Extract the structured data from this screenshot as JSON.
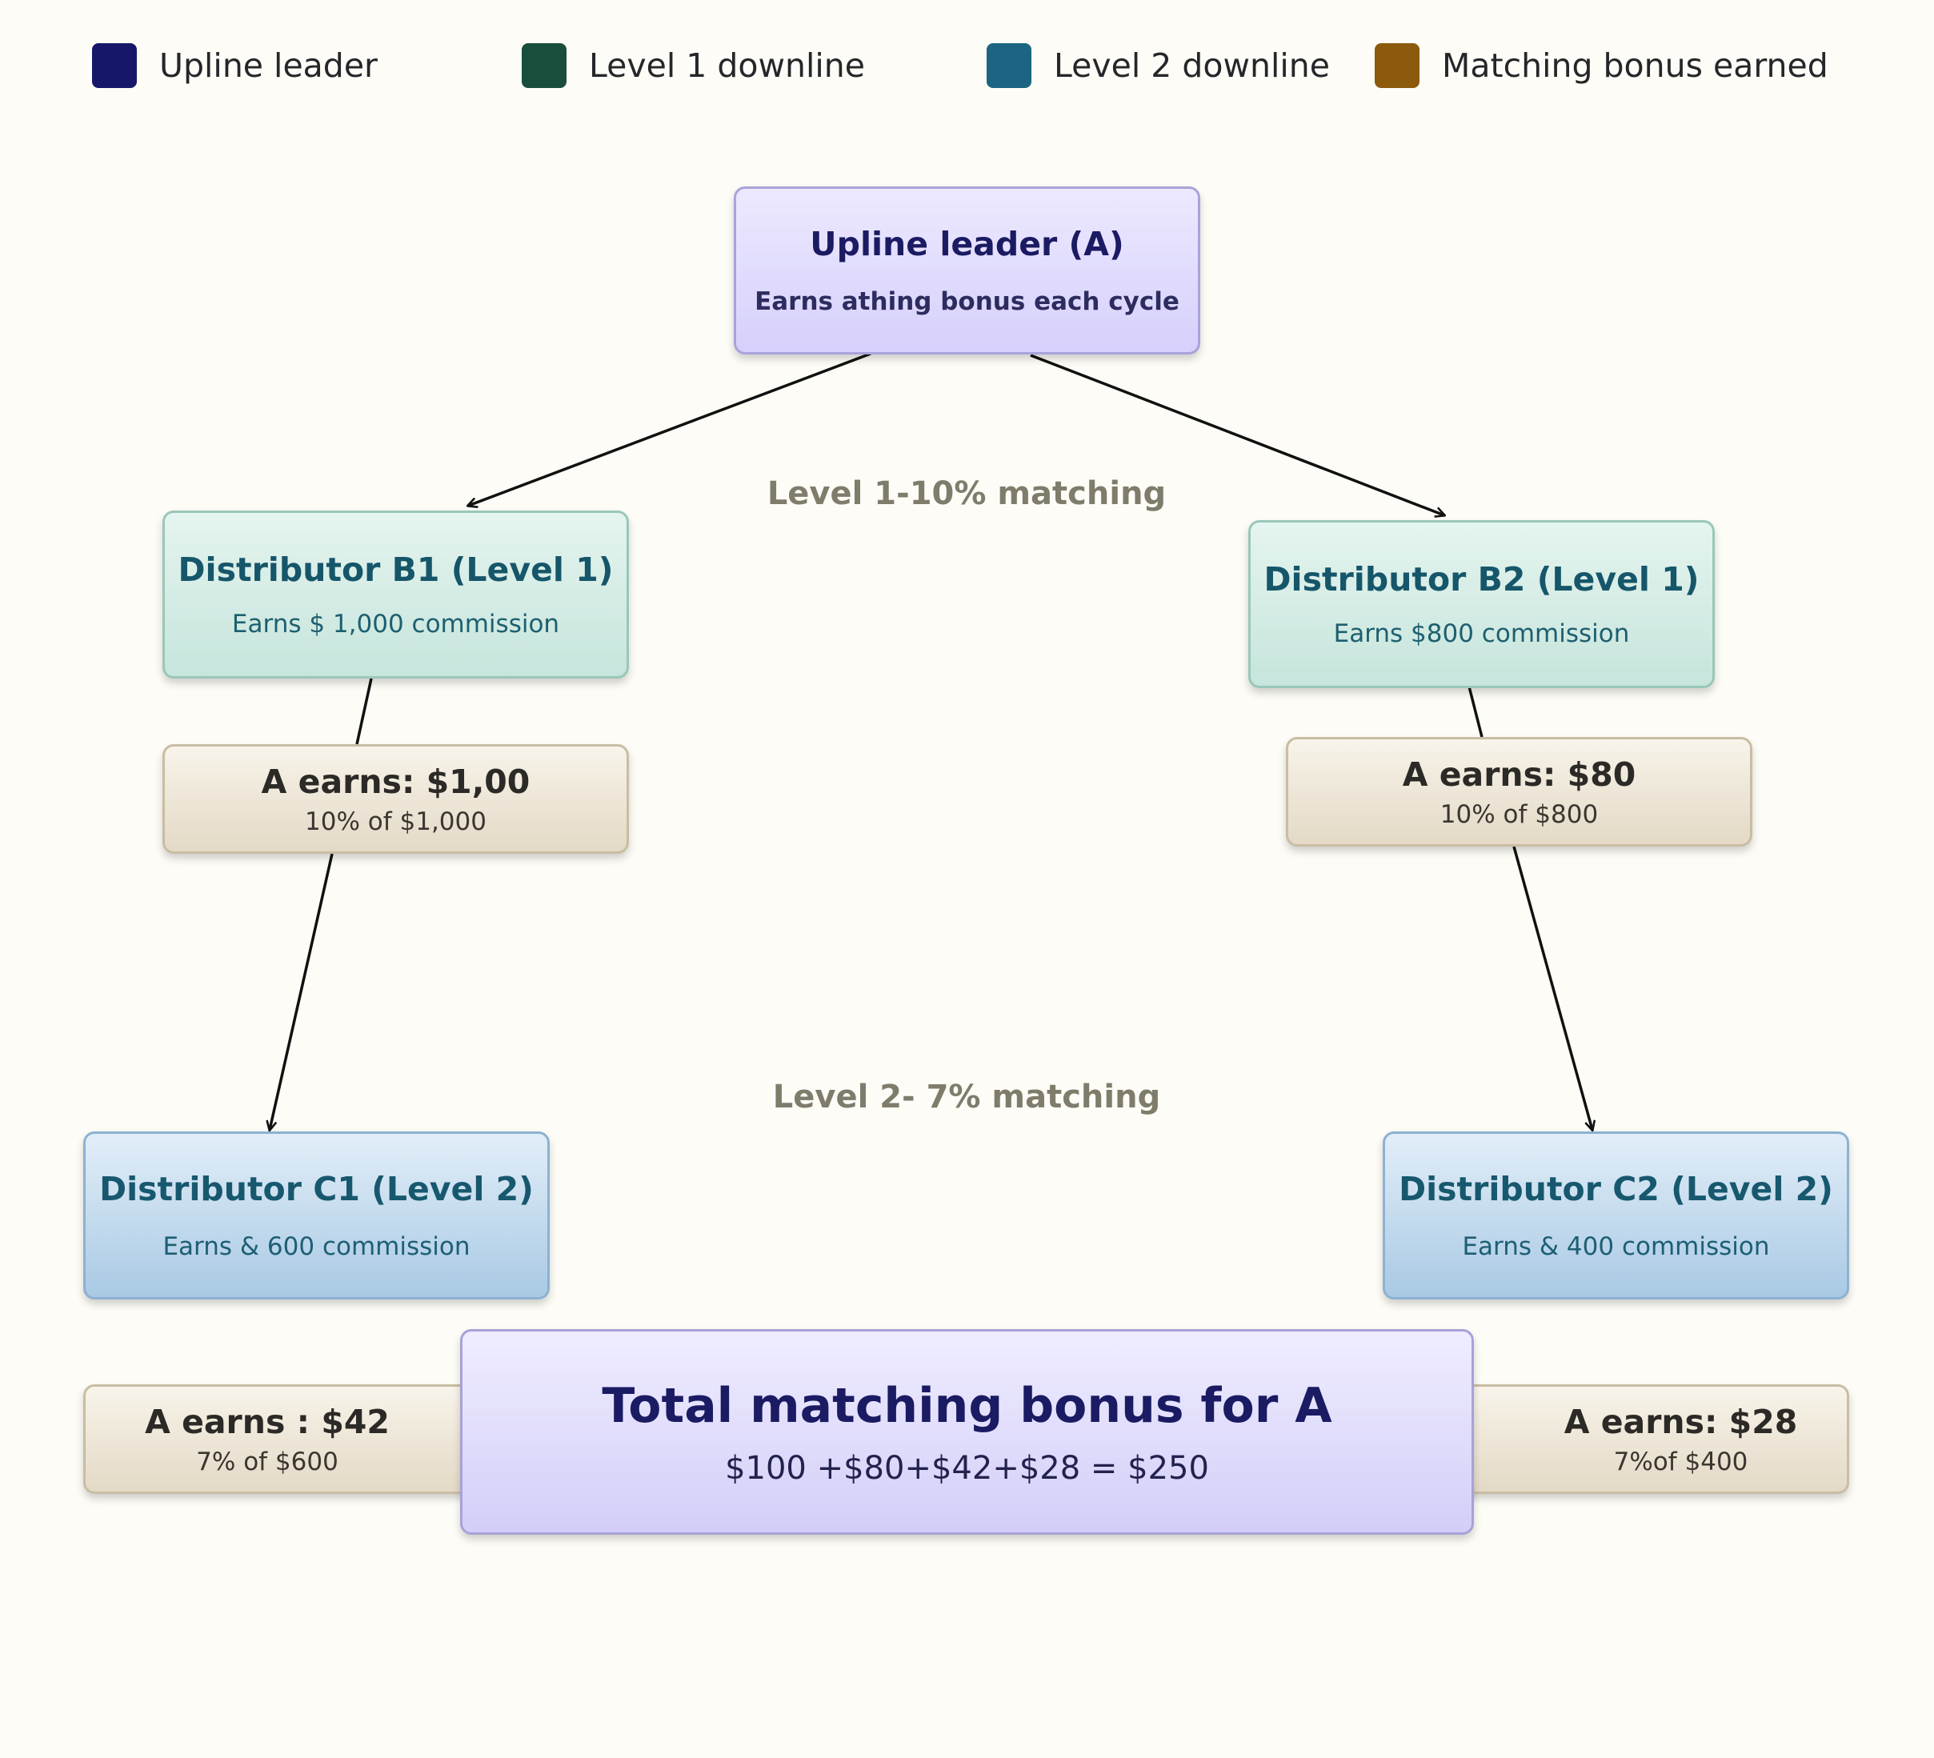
{
  "legend": [
    {
      "label": "Upline leader",
      "color": "#17176a"
    },
    {
      "label": "Level 1 downline",
      "color": "#1a4e3c"
    },
    {
      "label": "Level 2 downline",
      "color": "#1b6583"
    },
    {
      "label": "Matching bonus earned",
      "color": "#8b5a0d"
    }
  ],
  "leader": {
    "title": "Upline leader (A)",
    "subtitle": "Earns athing bonus each cycle"
  },
  "captions": {
    "level1": "Level 1-10% matching",
    "level2": "Level 2- 7% matching"
  },
  "b1": {
    "title": "Distributor B1 (Level 1)",
    "subtitle": "Earns $ 1,000 commission"
  },
  "b2": {
    "title": "Distributor  B2 (Level  1)",
    "subtitle": "Earns $800 commission"
  },
  "b1_earn": {
    "title": "A earns: $1,00",
    "subtitle": "10% of $1,000"
  },
  "b2_earn": {
    "title": "A earns: $80",
    "subtitle": "10% of $800"
  },
  "c1": {
    "title": "Distributor  C1 (Level 2)",
    "subtitle": "Earns & 600 commission"
  },
  "c2": {
    "title": "Distributor  C2 (Level 2)",
    "subtitle": "Earns & 400 commission"
  },
  "c1_earn": {
    "title": "A earns : $42",
    "subtitle": "7% of $600"
  },
  "c2_earn": {
    "title": "A earns: $28",
    "subtitle": "7%of $400"
  },
  "total": {
    "title": "Total  matching bonus for A",
    "formula": "$100 +$80+$42+$28 = $250"
  }
}
